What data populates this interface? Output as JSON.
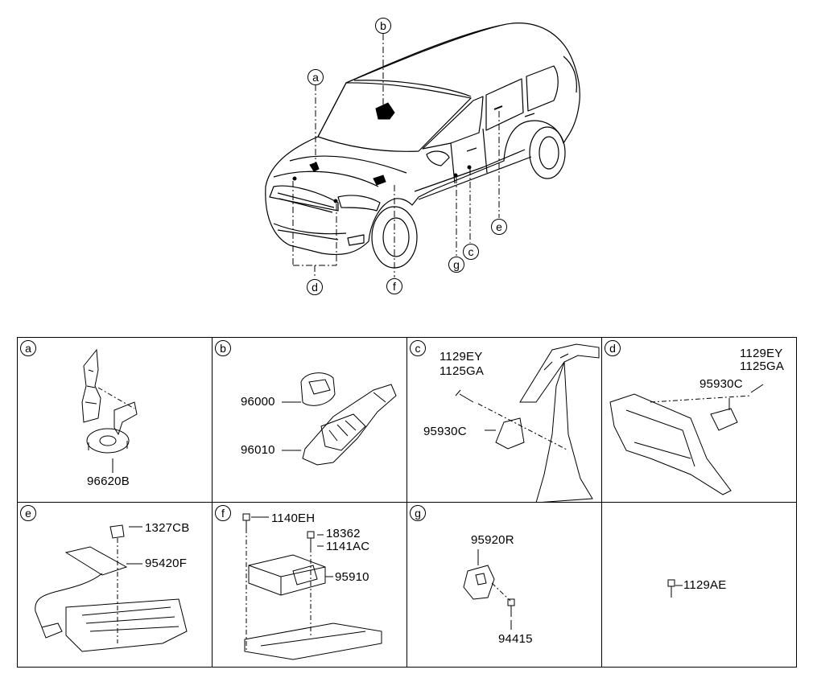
{
  "top_callouts": {
    "a": "a",
    "b": "b",
    "c": "c",
    "d": "d",
    "e": "e",
    "f": "f",
    "g": "g"
  },
  "panels": [
    {
      "letter": "a",
      "parts": [
        "96620B"
      ]
    },
    {
      "letter": "b",
      "parts": [
        "96000",
        "96010"
      ]
    },
    {
      "letter": "c",
      "parts": [
        "1129EY",
        "1125GA",
        "95930C"
      ]
    },
    {
      "letter": "d",
      "parts": [
        "1129EY",
        "1125GA",
        "95930C"
      ]
    },
    {
      "letter": "e",
      "parts": [
        "1327CB",
        "95420F"
      ]
    },
    {
      "letter": "f",
      "parts": [
        "1140EH",
        "18362",
        "1141AC",
        "95910"
      ]
    },
    {
      "letter": "g",
      "parts": [
        "95920R",
        "94415"
      ]
    },
    {
      "letter": "",
      "parts": [
        "1129AE"
      ]
    }
  ]
}
